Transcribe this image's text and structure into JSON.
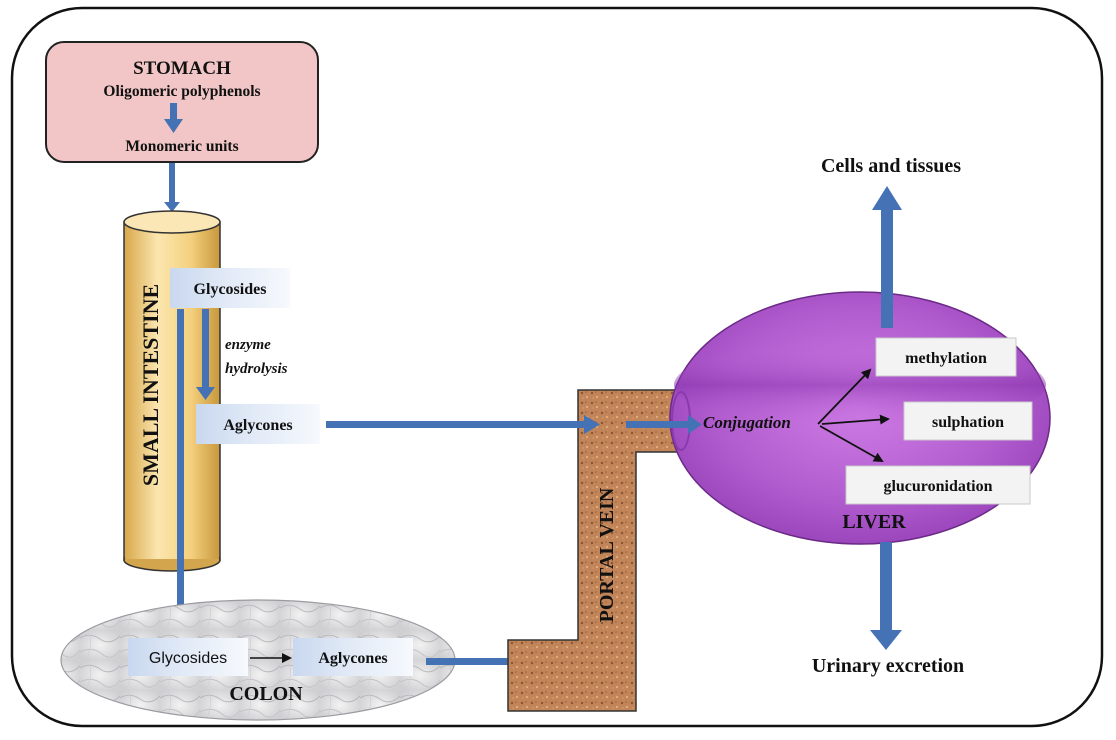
{
  "stomach": {
    "title": "STOMACH",
    "line1": "Oligomeric polyphenols",
    "line2": "Monomeric units"
  },
  "small_intestine": {
    "label": "SMALL INTESTINE",
    "glycosides": "Glycosides",
    "enzyme_line1": "enzyme",
    "enzyme_line2": "hydrolysis",
    "aglycones": "Aglycones"
  },
  "colon": {
    "label": "COLON",
    "glycosides": "Glycosides",
    "aglycones": "Aglycones"
  },
  "portal_vein": {
    "label": "PORTAL VEIN"
  },
  "liver": {
    "label": "LIVER",
    "conjugation": "Conjugation",
    "methylation": "methylation",
    "sulphation": "sulphation",
    "glucuronidation": "glucuronidation"
  },
  "outputs": {
    "cells": "Cells and tissues",
    "urinary": "Urinary excretion"
  },
  "colors": {
    "arrow": "#4472b4",
    "stomach_fill": "#f2c6c6",
    "intestine_fill": "#f6d58c",
    "portal_fill": "#c2855a",
    "liver_fill": "#b35ed0",
    "label_box": "#dce6f4"
  }
}
